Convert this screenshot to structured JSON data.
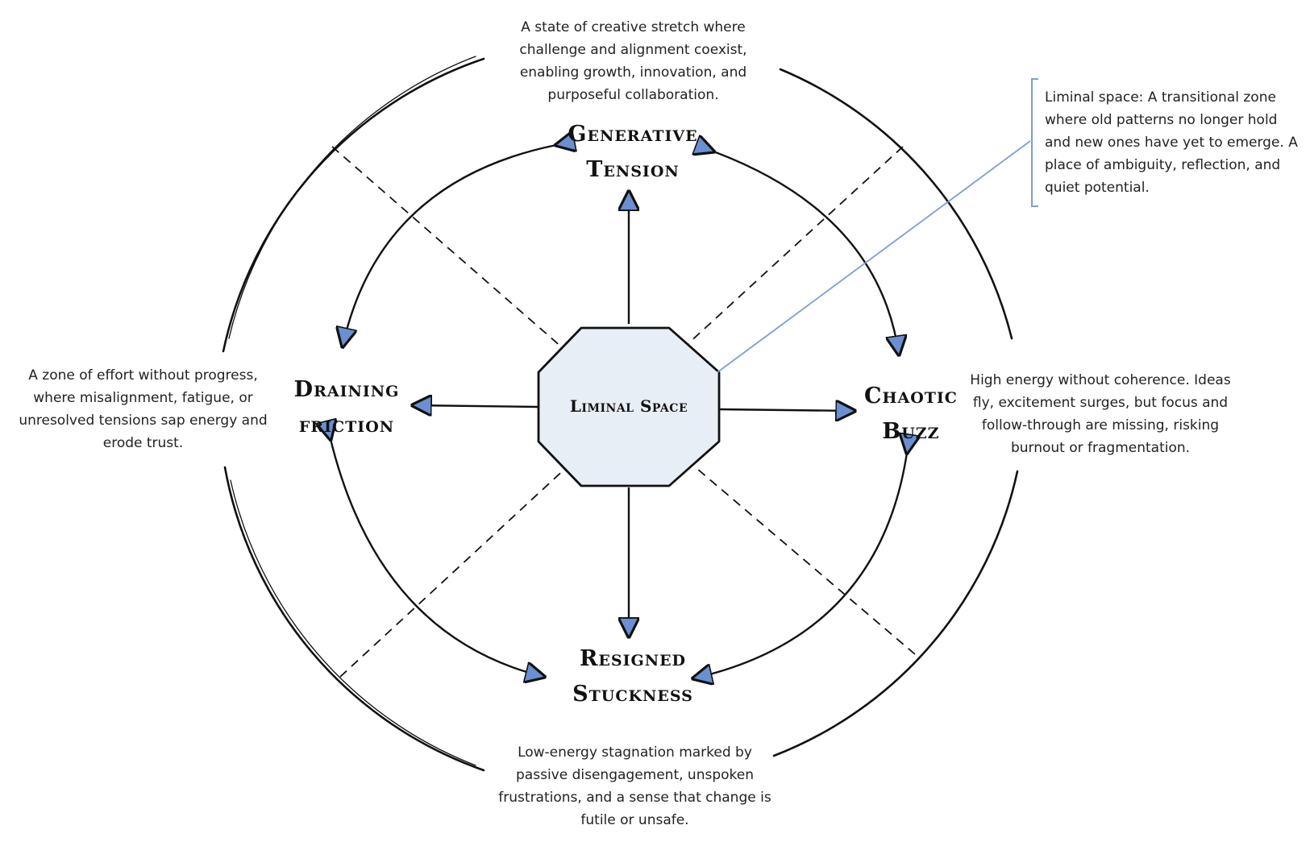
{
  "center": {
    "label": "Liminal Space"
  },
  "states": {
    "generative": {
      "line1": "Generative",
      "line2": "Tension"
    },
    "draining": {
      "line1": "Draining",
      "line2": "friction"
    },
    "chaotic": {
      "line1": "Chaotic",
      "line2": "Buzz"
    },
    "resigned": {
      "line1": "Resigned",
      "line2": "Stuckness"
    }
  },
  "descriptions": {
    "generative": "A state of creative stretch where challenge and alignment coexist, enabling growth, innovation, and purposeful collaboration.",
    "draining": "A zone of effort without progress, where misalignment, fatigue, or unresolved tensions sap energy and erode trust.",
    "chaotic": "High energy without coherence. Ideas fly, excitement surges, but focus and follow-through are missing, risking burnout or fragmentation.",
    "resigned": "Low-energy stagnation marked by passive disengagement, unspoken frustrations, and a sense that change is futile or unsafe.",
    "liminal_note": "Liminal space: A transitional zone where old patterns no longer hold and new ones have yet to emerge. A place of ambiguity, reflection, and quiet potential."
  },
  "colors": {
    "arrow_fill": "#6b8fd0",
    "octagon_fill": "#e8eef5",
    "annotation_line": "#7a9fd6",
    "stroke": "#111111"
  }
}
